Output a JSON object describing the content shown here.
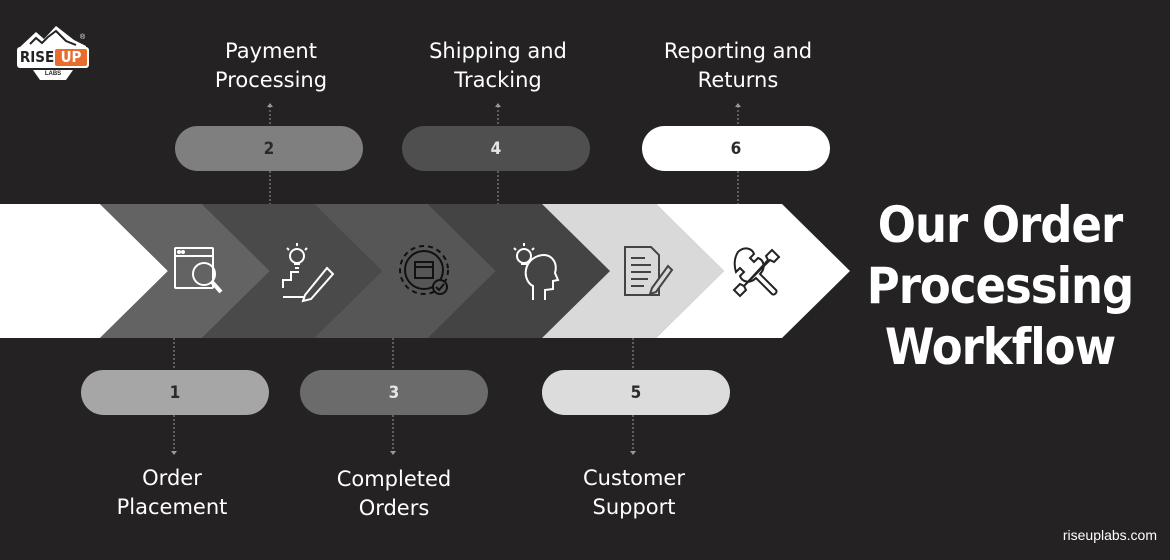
{
  "brand": {
    "logo_word_a": "RISE",
    "logo_word_b": "UP",
    "logo_sub": "LABS",
    "logo_mark": "®",
    "website": "riseuplabs.com"
  },
  "title": [
    "Our Order",
    "Processing",
    "Workflow"
  ],
  "steps": [
    {
      "number": "1",
      "label": [
        "Order",
        "Placement"
      ],
      "icon": "browser-search-icon"
    },
    {
      "number": "2",
      "label": [
        "Payment",
        "Processing"
      ],
      "icon": "idea-pencil-icon"
    },
    {
      "number": "3",
      "label": [
        "Completed",
        "Orders"
      ],
      "icon": "gear-box-check-icon"
    },
    {
      "number": "4",
      "label": [
        "Shipping and",
        "Tracking"
      ],
      "icon": "idea-head-icon"
    },
    {
      "number": "5",
      "label": [
        "Customer",
        "Support"
      ],
      "icon": "document-pencil-icon"
    },
    {
      "number": "6",
      "label": [
        "Reporting and",
        "Returns"
      ],
      "icon": "tools-icon"
    }
  ],
  "colors": {
    "background": "#242222",
    "chevrons": [
      "#ffffff",
      "#636363",
      "#4a4a4a",
      "#565656",
      "#444444",
      "#d9d9d9",
      "#ffffff"
    ],
    "pills": [
      "#a6a6a6",
      "#7f7f7f",
      "#6b6b6b",
      "#4f4f4f",
      "#dcdcdc",
      "#ffffff"
    ],
    "pill_text": [
      "#2a2a2a",
      "#2a2a2a",
      "#e6e6e6",
      "#e6e6e6",
      "#2a2a2a",
      "#2a2a2a"
    ]
  }
}
